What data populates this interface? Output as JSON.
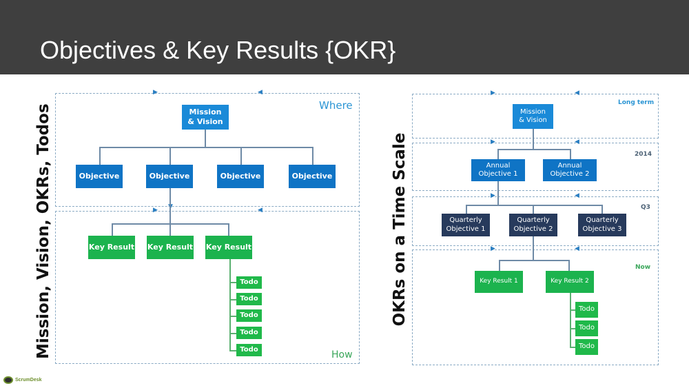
{
  "slide": {
    "title": "Objectives & Key Results {OKR}"
  },
  "left_diagram": {
    "side_title": "Mission, Vision, OKRs, Todos",
    "top_label": "Where",
    "bottom_label": "How",
    "mission": "Mission\n& Vision",
    "objectives": [
      "Objective",
      "Objective",
      "Objective",
      "Objective"
    ],
    "key_results": [
      "Key Result",
      "Key Result",
      "Key Result"
    ],
    "todos": [
      "Todo",
      "Todo",
      "Todo",
      "Todo",
      "Todo"
    ]
  },
  "right_diagram": {
    "side_title": "OKRs on a Time Scale",
    "band_labels": [
      "Long term",
      "2014",
      "Q3",
      "Now"
    ],
    "mission": "Mission\n& Vision",
    "annual_objectives": [
      "Annual\nObjective 1",
      "Annual\nObjective 2"
    ],
    "quarterly_objectives": [
      "Quarterly\nObjective 1",
      "Quarterly\nObjective 2",
      "Quarterly\nObjective 3"
    ],
    "key_results": [
      "Key Result 1",
      "Key Result 2"
    ],
    "todos": [
      "Todo",
      "Todo",
      "Todo"
    ]
  },
  "footer": {
    "logo_text": "ScrumDesk"
  }
}
